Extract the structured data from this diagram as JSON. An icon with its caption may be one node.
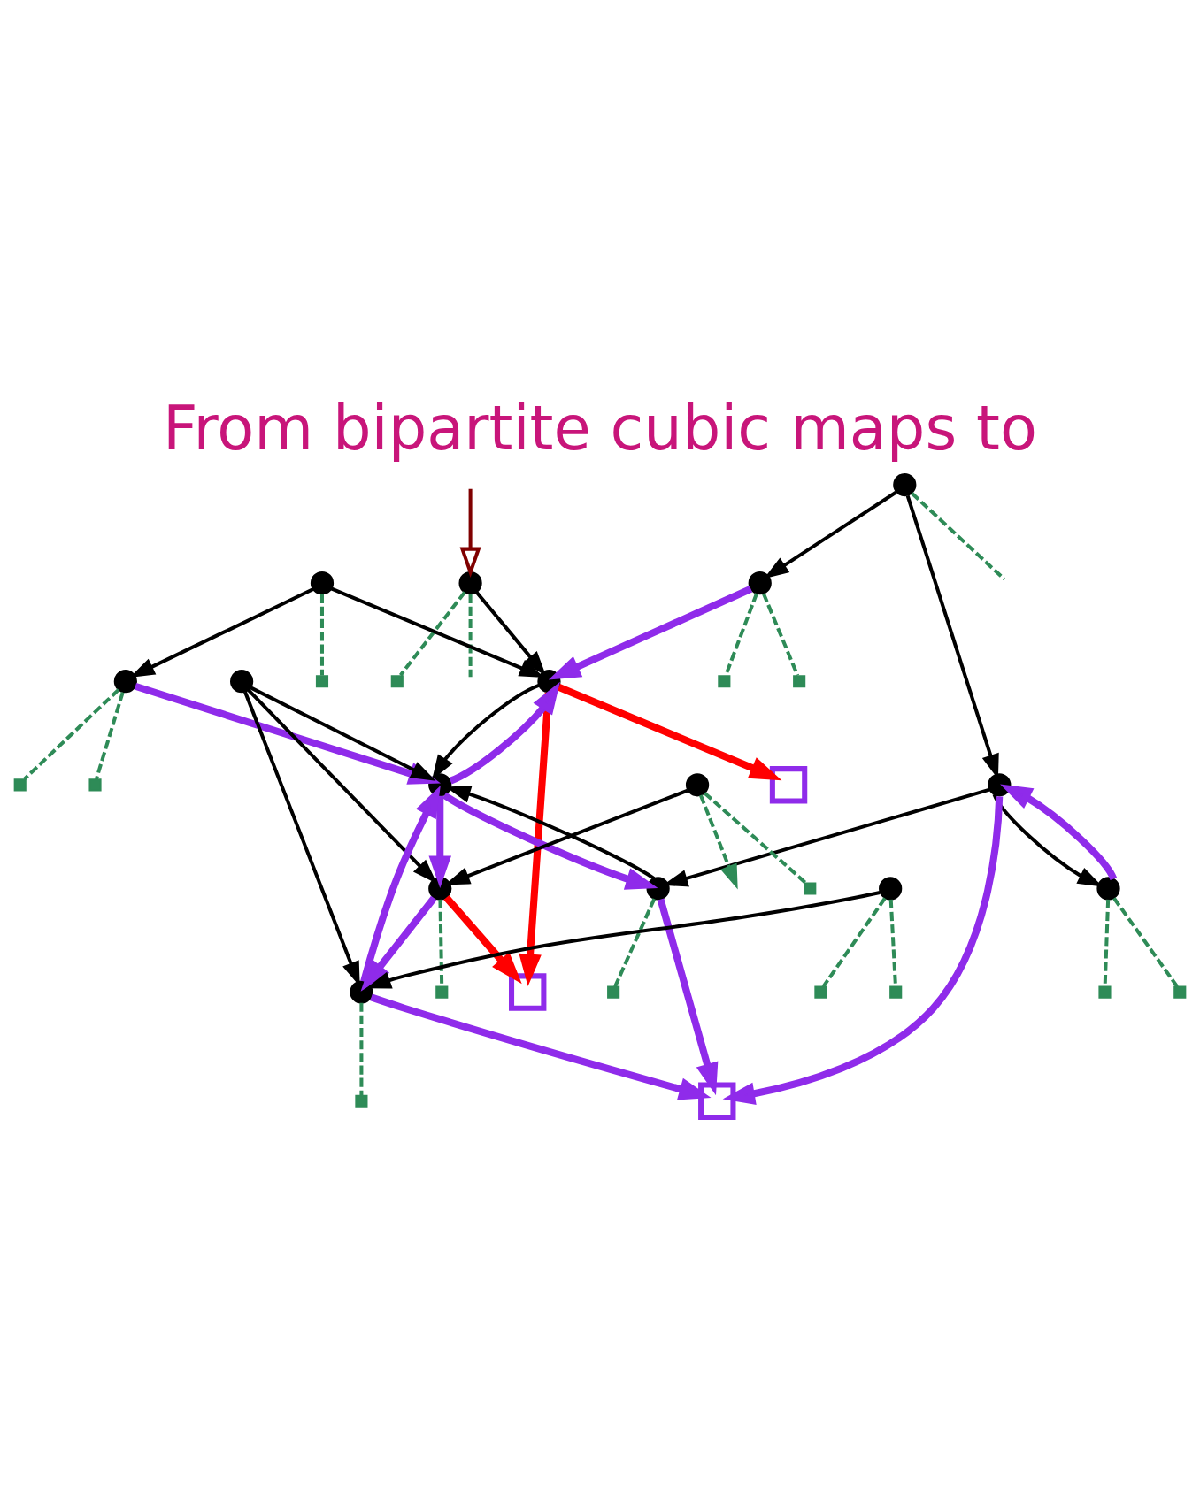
{
  "diagram": {
    "title": "From bipartite cubic maps to",
    "nodes": [
      {
        "text": [],
        "shape": "box"
      },
      {
        "text": [],
        "shape": "circle"
      },
      {
        "text": [],
        "shape": "circle"
      },
      {
        "text": [],
        "shape": "circle"
      },
      {
        "text": [],
        "shape": "box"
      },
      {
        "text": [],
        "shape": "circle"
      },
      {
        "text": [],
        "shape": "circle"
      },
      {
        "text": [],
        "shape": "circle"
      },
      {
        "text": [],
        "shape": "circle"
      },
      {
        "text": [],
        "shape": "circle"
      },
      {
        "text": [],
        "shape": "circle"
      },
      {
        "text": [],
        "shape": "circle"
      },
      {
        "text": [],
        "shape": "circle"
      },
      {
        "text": [],
        "shape": "circle"
      },
      {
        "text": [],
        "shape": "circle"
      },
      {
        "text": [],
        "shape": "circle"
      },
      {
        "text": [],
        "shape": "circle"
      },
      {
        "text": [],
        "shape": "box"
      },
      {
        "text": [],
        "shape": "box"
      },
      {
        "text": [],
        "shape": "box"
      },
      {
        "text": [],
        "shape": "box"
      },
      {
        "text": [],
        "shape": "box"
      },
      {
        "text": [],
        "shape": "box"
      },
      {
        "text": [],
        "shape": "box"
      },
      {
        "text": [],
        "shape": "box"
      },
      {
        "text": [],
        "shape": "box"
      },
      {
        "text": [],
        "shape": "box"
      },
      {
        "text": [],
        "shape": "box"
      },
      {
        "text": [],
        "shape": "box"
      },
      {
        "text": [],
        "shape": "box"
      },
      {
        "text": [],
        "shape": "box"
      },
      {
        "text": [],
        "shape": "box"
      }
    ],
    "edges": [
      {
        "from": 1,
        "to": 3,
        "arrow": "to",
        "color": "#000000"
      },
      {
        "from": 3,
        "to": 7,
        "arrow": "to",
        "color": "#000000"
      },
      {
        "from": 8,
        "to": 3,
        "arrow": "to",
        "color": "#000000"
      },
      {
        "from": 8,
        "to": 10,
        "arrow": "to",
        "color": "#000000"
      },
      {
        "from": 5,
        "to": 2,
        "arrow": "to",
        "color": "#000000"
      },
      {
        "from": 5,
        "to": 9,
        "arrow": "to",
        "color": "#000000"
      },
      {
        "from": 9,
        "to": 6,
        "arrow": "to",
        "color": "#000000"
      },
      {
        "from": 9,
        "to": 12,
        "arrow": "to",
        "color": "#000000"
      },
      {
        "from": 6,
        "to": 7,
        "arrow": "to",
        "color": "#000000"
      },
      {
        "from": 11,
        "to": 7,
        "arrow": "to",
        "color": "#000000"
      },
      {
        "from": 11,
        "to": 14,
        "arrow": "to",
        "color": "#000000"
      },
      {
        "from": 11,
        "to": 13,
        "arrow": "to",
        "color": "#000000"
      },
      {
        "from": 15,
        "to": 13,
        "arrow": "to",
        "color": "#000000"
      },
      {
        "from": 16,
        "to": 14,
        "arrow": "to",
        "color": "#000000"
      },
      {
        "from": 2,
        "to": 3,
        "arrow": "to",
        "style": "thick",
        "color": "#8f2bea"
      },
      {
        "from": 7,
        "to": 3,
        "arrow": "to",
        "style": "thick",
        "color": "#8f2bea"
      },
      {
        "from": 7,
        "to": 6,
        "arrow": "to",
        "style": "thick",
        "color": "#8f2bea"
      },
      {
        "from": 10,
        "to": 7,
        "arrow": "to",
        "style": "thick",
        "color": "#8f2bea"
      },
      {
        "from": 7,
        "to": 13,
        "arrow": "to",
        "style": "thick",
        "color": "#8f2bea"
      },
      {
        "from": 14,
        "to": 7,
        "arrow": "to",
        "style": "thick",
        "color": "#8f2bea"
      },
      {
        "from": 13,
        "to": 14,
        "arrow": "to",
        "style": "thick",
        "color": "#8f2bea"
      },
      {
        "from": 12,
        "to": 9,
        "arrow": "to",
        "style": "thick",
        "color": "#8f2bea"
      },
      {
        "from": 9,
        "to": 17,
        "arrow": "to",
        "style": "thick",
        "color": "#8f2bea"
      },
      {
        "from": 6,
        "to": 17,
        "arrow": "to",
        "style": "thick",
        "color": "#8f2bea"
      },
      {
        "from": 14,
        "to": 17,
        "arrow": "to",
        "style": "thick",
        "color": "#8f2bea"
      },
      {
        "from": 3,
        "to": 0,
        "arrow": "to",
        "style": "thick",
        "color": "#ff0000"
      },
      {
        "from": 3,
        "to": 4,
        "arrow": "to",
        "style": "thick",
        "color": "#ff0000"
      },
      {
        "from": 13,
        "to": 4,
        "arrow": "to",
        "style": "thick",
        "color": "#ff0000"
      },
      {
        "from": 2,
        "to": 18,
        "arrow": "none",
        "style": "dashed",
        "color": "#2e8b57"
      },
      {
        "from": 2,
        "to": 19,
        "arrow": "none",
        "style": "dashed",
        "color": "#2e8b57"
      },
      {
        "from": 5,
        "to": null,
        "arrow": "none",
        "style": "dashed",
        "color": "#2e8b57"
      },
      {
        "from": 1,
        "to": null,
        "arrow": "none",
        "style": "dashed",
        "color": "#2e8b57"
      },
      {
        "from": 1,
        "to": 21,
        "arrow": "none",
        "style": "dashed",
        "color": "#2e8b57"
      },
      {
        "from": 6,
        "to": 20,
        "arrow": "none",
        "style": "dashed",
        "color": "#2e8b57"
      },
      {
        "from": 8,
        "to": 30,
        "arrow": "none",
        "style": "dashed",
        "color": "#2e8b57"
      },
      {
        "from": 10,
        "to": 25,
        "arrow": "none",
        "style": "dashed",
        "color": "#2e8b57"
      },
      {
        "from": 10,
        "to": 26,
        "arrow": "none",
        "style": "dashed",
        "color": "#2e8b57"
      },
      {
        "from": 12,
        "to": 23,
        "arrow": "none",
        "style": "dashed",
        "color": "#2e8b57"
      },
      {
        "from": 12,
        "to": 27,
        "arrow": "none",
        "style": "dashed",
        "color": "#2e8b57"
      },
      {
        "from": 16,
        "to": 24,
        "arrow": "none",
        "style": "dashed",
        "color": "#2e8b57"
      },
      {
        "from": 16,
        "to": 22,
        "arrow": "none",
        "style": "dashed",
        "color": "#2e8b57"
      },
      {
        "from": 14,
        "to": 29,
        "arrow": "none",
        "style": "dashed",
        "color": "#2e8b57"
      },
      {
        "from": 13,
        "to": 28,
        "arrow": "none",
        "style": "dashed",
        "color": "#2e8b57"
      },
      {
        "from": 15,
        "to": 31,
        "arrow": "none",
        "style": "dashed",
        "color": "#2e8b57"
      },
      {
        "from": 15,
        "to": null,
        "arrow": "to",
        "style": "dashed",
        "color": "#2e8b57"
      },
      {
        "from": null,
        "to": 1,
        "arrow": "to",
        "color": "#800000"
      }
    ]
  }
}
